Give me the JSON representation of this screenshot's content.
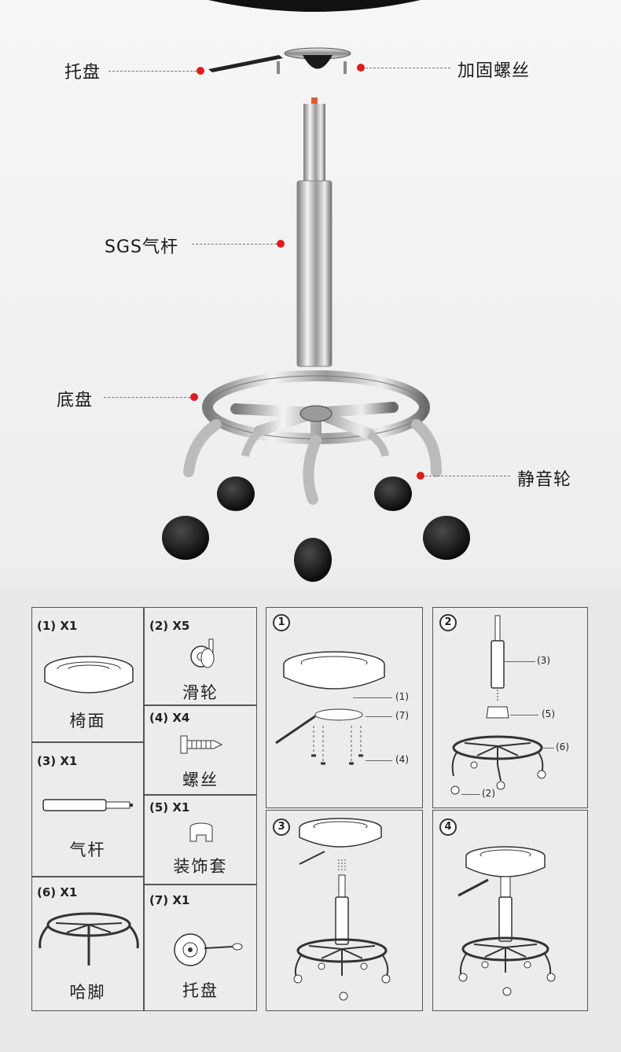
{
  "callouts": {
    "tray": "托盘",
    "screws": "加固螺丝",
    "gas_lift": "SGS气杆",
    "base": "底盘",
    "casters": "静音轮"
  },
  "parts": [
    {
      "qty": "(1) X1",
      "name": "椅面"
    },
    {
      "qty": "(2) X5",
      "name": "滑轮"
    },
    {
      "qty": "(4) X4",
      "name": "螺丝"
    },
    {
      "qty": "(3) X1",
      "name": "气杆"
    },
    {
      "qty": "(5) X1",
      "name": "装饰套"
    },
    {
      "qty": "(6) X1",
      "name": "哈脚"
    },
    {
      "qty": "(7) X1",
      "name": "托盘"
    }
  ],
  "steps": [
    {
      "number": "1",
      "refs": [
        "(1)",
        "(7)",
        "(4)"
      ]
    },
    {
      "number": "2",
      "refs": [
        "(3)",
        "(5)",
        "(6)",
        "(2)"
      ]
    },
    {
      "number": "3",
      "refs": []
    },
    {
      "number": "4",
      "refs": []
    }
  ],
  "colors": {
    "accent": "#e01b1b",
    "line": "#555555"
  }
}
